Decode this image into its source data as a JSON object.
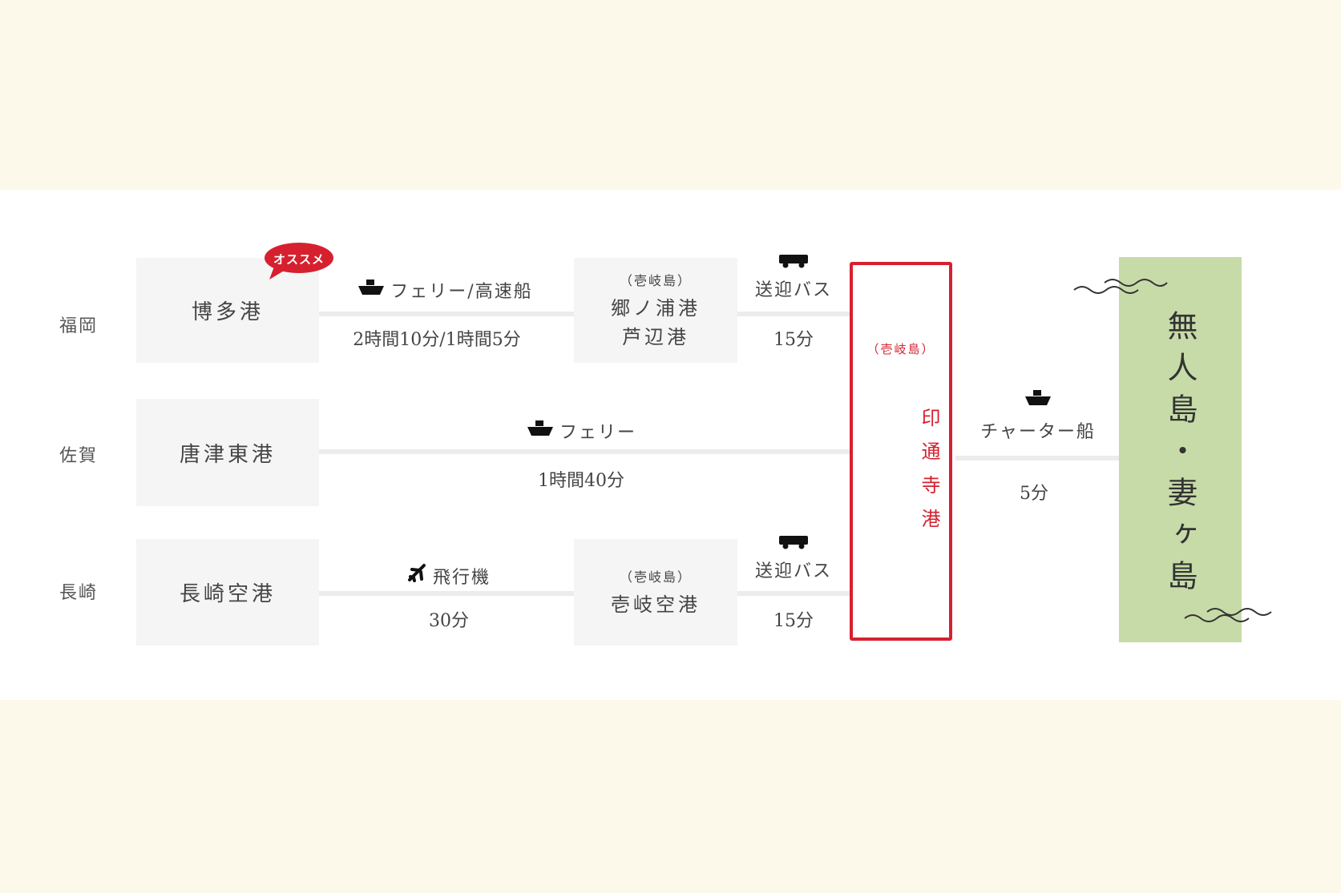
{
  "colors": {
    "accent_red": "#d6202f",
    "island_green": "#c7dba8",
    "port_bg": "#f5f5f5"
  },
  "regions": {
    "fukuoka": "福岡",
    "saga": "佐賀",
    "nagasaki": "長崎"
  },
  "badge": "オススメ",
  "ports": {
    "hakata": "博多港",
    "karatsu": "唐津東港",
    "nagasaki_airport": "長崎空港",
    "gonoura_sub": "（壱岐島）",
    "gonoura_line1": "郷ノ浦港",
    "gonoura_line2": "芦辺港",
    "iki_airport_sub": "（壱岐島）",
    "iki_airport": "壱岐空港"
  },
  "routes": {
    "ferry_fast_label": "フェリー/高速船",
    "ferry_fast_time": "2時間10分/1時間5分",
    "bus1_label": "送迎バス",
    "bus1_time": "15分",
    "ferry_label": "フェリー",
    "ferry_time": "1時間40分",
    "plane_label": "飛行機",
    "plane_time": "30分",
    "bus2_label": "送迎バス",
    "bus2_time": "15分",
    "charter_label": "チャーター船",
    "charter_time": "5分"
  },
  "destination": {
    "sub": "（壱岐島）",
    "name": "印通寺港"
  },
  "island": {
    "name": "無人島・妻ヶ島"
  },
  "icons": [
    "ship-icon",
    "bus-icon",
    "plane-icon",
    "wave-icon"
  ]
}
